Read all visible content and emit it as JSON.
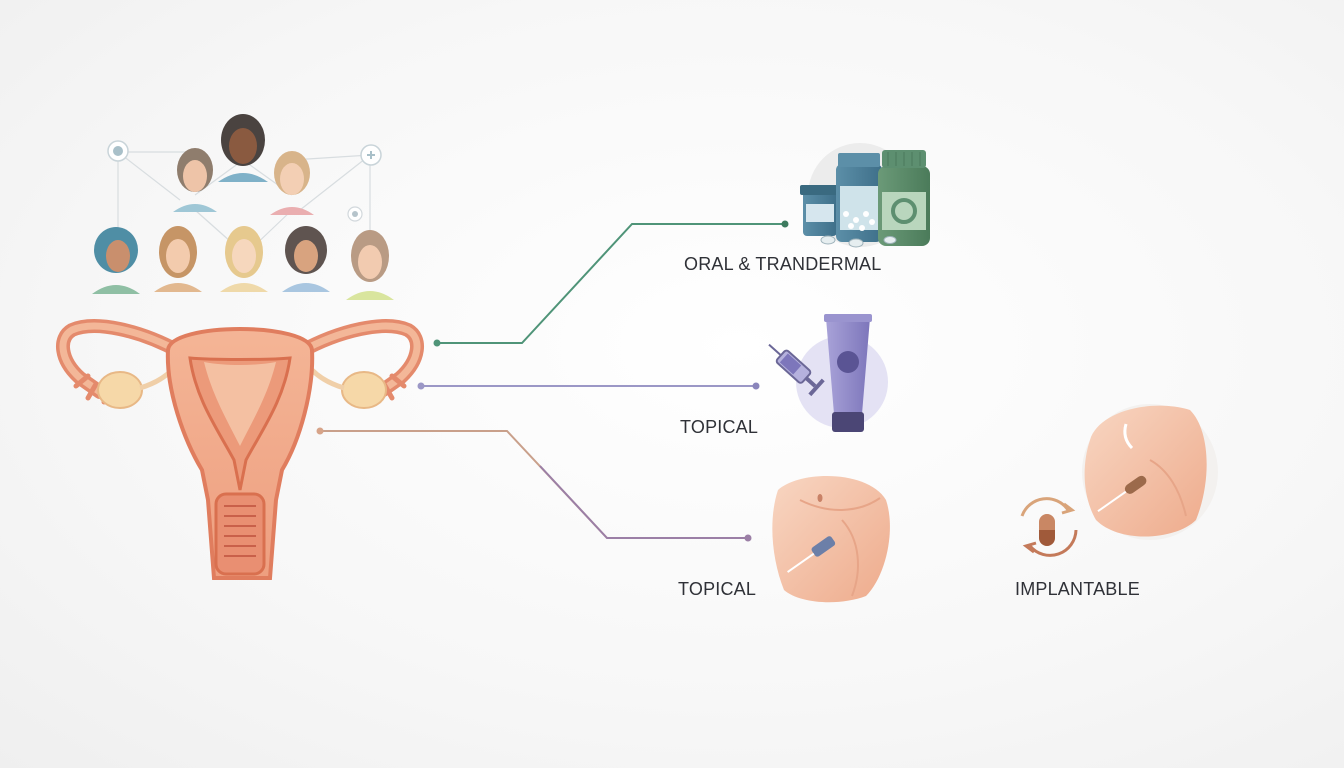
{
  "labels": {
    "oral": "ORAL & TRANDERMAL",
    "topical_upper": "TOPICAL",
    "topical_lower": "TOPICAL",
    "implantable": "IMPLANTABLE"
  },
  "colors": {
    "oral_line": "#4f9478",
    "topical_line": "#9b97c6",
    "lower_line": "#c9a08b",
    "lower_line_end": "#9b7fa6",
    "uterus": "#e98f72",
    "skin": "#f2c2a6"
  },
  "icons": {
    "people_network": "women-network-icon",
    "uterus": "uterus-icon",
    "oral": "pill-bottles-icon",
    "topical_upper": "syringe-cream-tube-icon",
    "topical_lower": "abdomen-injection-icon",
    "implantable": "implant-capsule-icon"
  }
}
